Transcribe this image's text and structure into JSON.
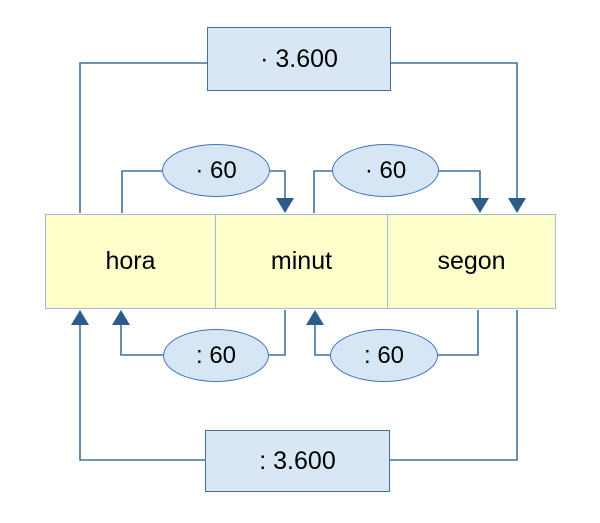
{
  "diagram": {
    "title": "time-unit-conversion-diagram",
    "units": [
      {
        "id": "hora",
        "label": "hora"
      },
      {
        "id": "minut",
        "label": "minut"
      },
      {
        "id": "segon",
        "label": "segon"
      }
    ],
    "operators": {
      "multiply_3600": "· 3.600",
      "divide_3600": ": 3.600",
      "multiply_60_hora_to_minut": "· 60",
      "multiply_60_minut_to_segon": "· 60",
      "divide_60_minut_to_hora": ": 60",
      "divide_60_segon_to_minut": ": 60"
    },
    "colors": {
      "operator_box_fill": "#d9e7f5",
      "operator_box_border": "#41719c",
      "ellipse_fill": "#d6e6f4",
      "ellipse_border": "#4472c4",
      "unit_box_fill": "#ffffcc",
      "unit_box_border": "#a3bcd9",
      "connector_line": "#41719c",
      "arrowhead": "#2e5c8a",
      "text": "#000000"
    }
  }
}
